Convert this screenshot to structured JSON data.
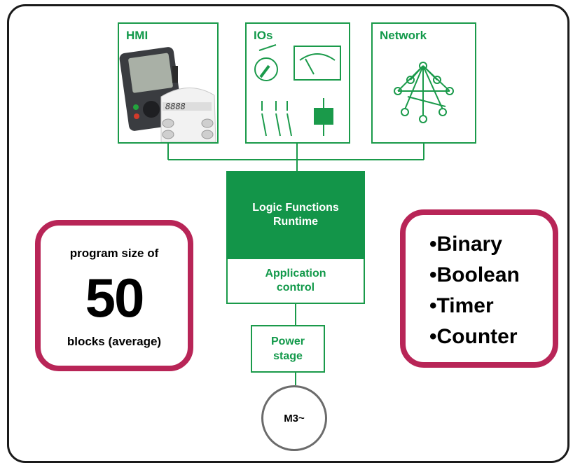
{
  "hmi": {
    "label": "HMI",
    "display_text": "8888"
  },
  "ios": {
    "label": "IOs"
  },
  "network": {
    "label": "Network"
  },
  "runtime": {
    "line1": "Logic Functions",
    "line2": "Runtime"
  },
  "application": {
    "line1": "Application",
    "line2": "control"
  },
  "power": {
    "line1": "Power",
    "line2": "stage"
  },
  "motor": {
    "label": "M3~"
  },
  "program_size": {
    "prefix": "program size of",
    "value": "50",
    "suffix": "blocks (average)"
  },
  "functions": [
    "Binary",
    "Boolean",
    "Timer",
    "Counter"
  ],
  "colors": {
    "green": "#139549",
    "magenta": "#b82557",
    "frame": "#1a1a1a"
  }
}
